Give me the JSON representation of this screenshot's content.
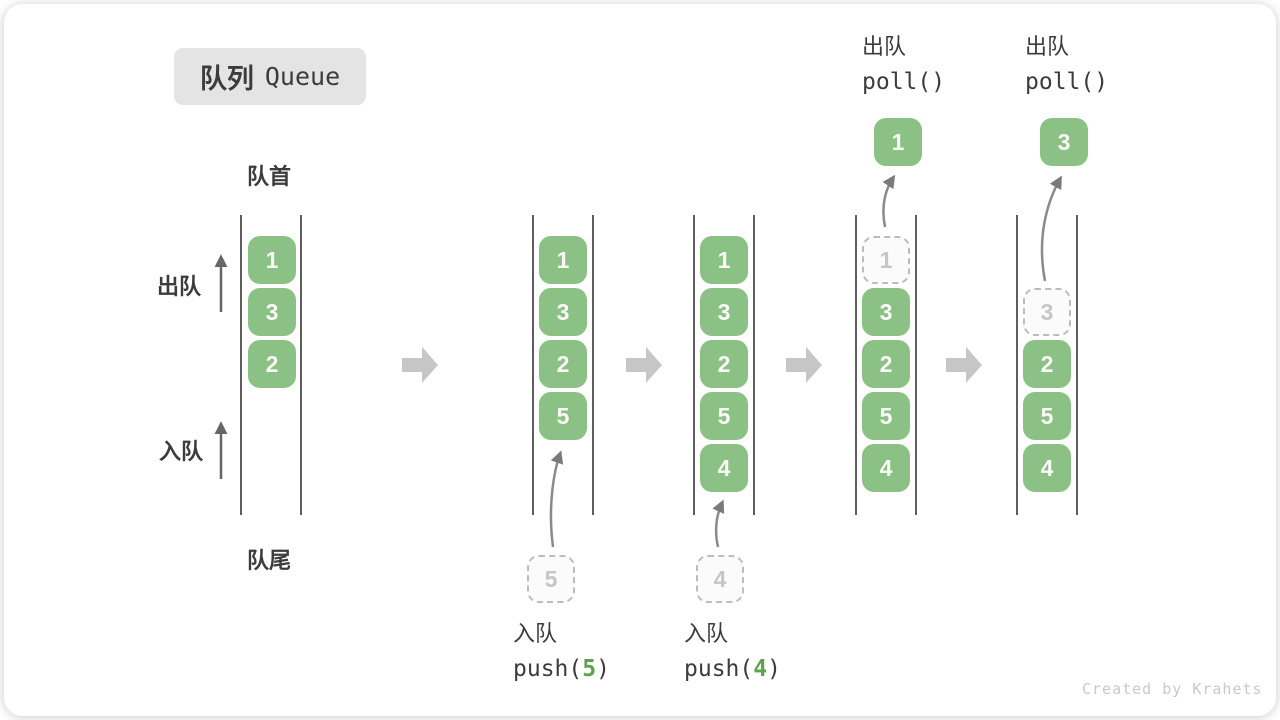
{
  "title": {
    "zh": "队列",
    "en": "Queue"
  },
  "side_labels": {
    "front": "队首",
    "rear": "队尾",
    "dequeue": "出队",
    "enqueue": "入队"
  },
  "columns": [
    {
      "cells": [
        {
          "value": "1"
        },
        {
          "value": "3"
        },
        {
          "value": "2"
        }
      ]
    },
    {
      "cells": [
        {
          "value": "1"
        },
        {
          "value": "3"
        },
        {
          "value": "2"
        },
        {
          "value": "5"
        }
      ],
      "incoming": "5"
    },
    {
      "cells": [
        {
          "value": "1"
        },
        {
          "value": "3"
        },
        {
          "value": "2"
        },
        {
          "value": "5"
        },
        {
          "value": "4"
        }
      ],
      "incoming": "4"
    },
    {
      "cells": [
        {
          "value": "1",
          "dashed": true
        },
        {
          "value": "3"
        },
        {
          "value": "2"
        },
        {
          "value": "5"
        },
        {
          "value": "4"
        }
      ],
      "outgoing": "1"
    },
    {
      "cells": [
        {
          "value": "3",
          "dashed": true
        },
        {
          "value": "2"
        },
        {
          "value": "5"
        },
        {
          "value": "4"
        }
      ],
      "outgoing": "3"
    }
  ],
  "operations": {
    "push": [
      {
        "label": "入队",
        "code_pre": "push(",
        "arg": "5",
        "code_post": ")"
      },
      {
        "label": "入队",
        "code_pre": "push(",
        "arg": "4",
        "code_post": ")"
      }
    ],
    "poll": [
      {
        "label": "出队",
        "code": "poll()",
        "value": "1"
      },
      {
        "label": "出队",
        "code": "poll()",
        "value": "3"
      }
    ]
  },
  "colors": {
    "green_box": "#8cc185",
    "green_accent": "#5ea24f",
    "block_arrow_gray": "#c6c6c6",
    "text_dark": "#3c3c3c",
    "dashed_gray": "#bcbcbc"
  },
  "watermark": "Created by Krahets"
}
